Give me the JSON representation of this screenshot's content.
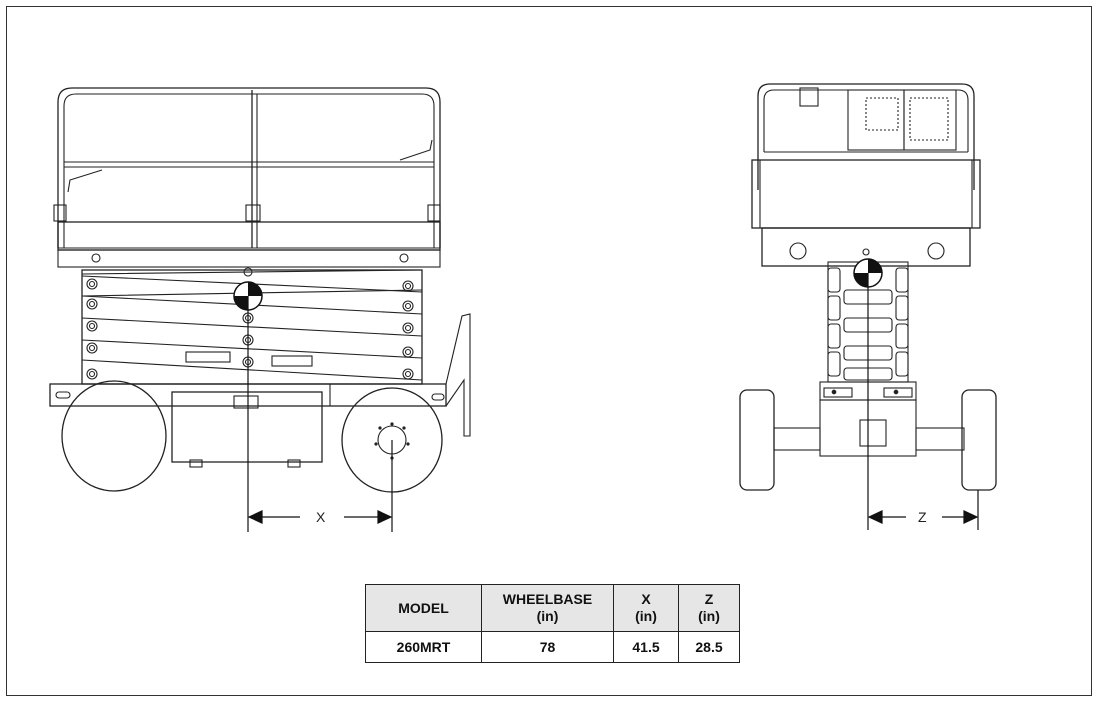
{
  "diagram": {
    "x_dimension_label": "X",
    "z_dimension_label": "Z"
  },
  "spec_table": {
    "headers": {
      "model": "MODEL",
      "wheelbase_line1": "WHEELBASE",
      "wheelbase_line2": "(in)",
      "x_line1": "X",
      "x_line2": "(in)",
      "z_line1": "Z",
      "z_line2": "(in)"
    },
    "rows": [
      {
        "model": "260MRT",
        "wheelbase": "78",
        "x": "41.5",
        "z": "28.5"
      }
    ]
  }
}
